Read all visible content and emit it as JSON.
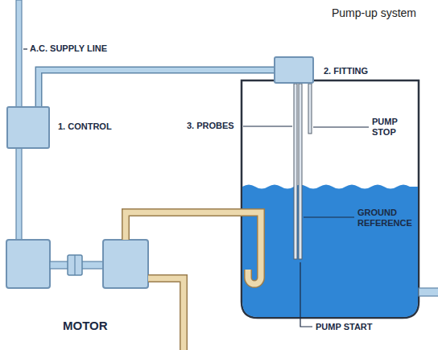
{
  "diagram": {
    "title": "Pump-up system",
    "nodes": [
      {
        "text": [
          "1. CONTROL"
        ]
      },
      {
        "text": [
          "2. FITTING"
        ]
      }
    ],
    "edges": [
      {
        "from": 0,
        "to": 1,
        "arrow": "none"
      }
    ],
    "labels": [
      "A.C. SUPPLY LINE",
      "3. PROBES",
      "PUMP STOP",
      "GROUND REFERENCE",
      "PUMP START",
      "MOTOR"
    ]
  }
}
